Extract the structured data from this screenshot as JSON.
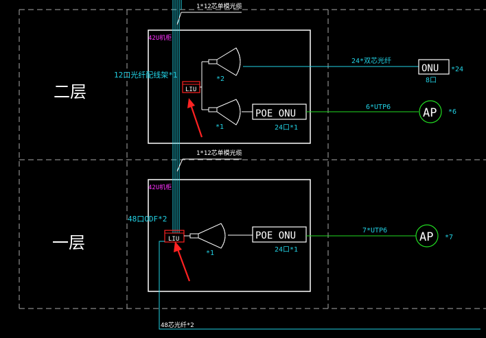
{
  "colors": {
    "background": "#000000",
    "cyan": "#22d3e6",
    "white": "#ffffff",
    "green": "#22dd22",
    "red": "#ff2222",
    "magenta": "#ff33ff",
    "grid": "#bbbbbb"
  },
  "floors": {
    "second": "二层",
    "first": "一层"
  },
  "top": {
    "trunk_cable": "1*12芯单模光缆",
    "rack": "42U机柜",
    "odf": "12口光纤配线架*1",
    "liu": "LIU",
    "splitter_upper_count": "*2",
    "splitter_lower_count": "*1",
    "poe_onu": "POE ONU",
    "poe_ports": "24口*1",
    "fiber_link": "24*双芯光纤",
    "onu": "ONU",
    "onu_count": "*24",
    "onu_ports": "8口",
    "utp_link": "6*UTP6",
    "ap": "AP",
    "ap_count": "*6"
  },
  "bottom": {
    "trunk_cable": "1*12芯单模光缆",
    "rack": "42U机柜",
    "odf": "48口ODF*2",
    "liu": "LIU",
    "splitter_count": "*1",
    "poe_onu": "POE ONU",
    "poe_ports": "24口*1",
    "utp_link": "7*UTP6",
    "ap": "AP",
    "ap_count": "*7",
    "feeder": "48芯光纤*2"
  }
}
